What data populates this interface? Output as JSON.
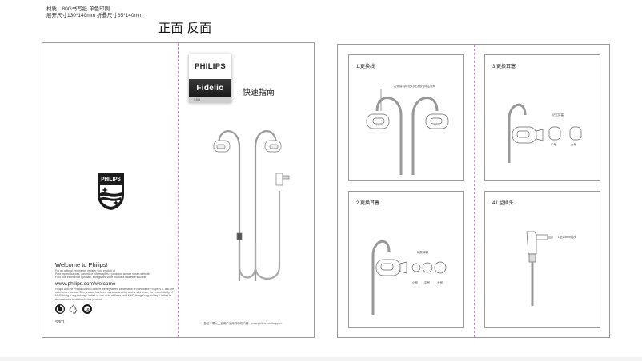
{
  "spec": {
    "line1": "材质：80G书写纸 单色印刷",
    "line2": "展开尺寸130*140mm 折叠尺寸65*140mm",
    "sides_title": "正面 反面"
  },
  "front": {
    "back_cover": {
      "logo_text": "PHILIPS",
      "welcome_title": "Welcome to Philips!",
      "welcome_lines": [
        "For an optimal experience register your product at",
        "Para especificações, garantia e informações e produtos acesse nosso website",
        "Pour une expérience optimale, enregistrez votre produit à l'adresse suivante"
      ],
      "url": "www.philips.com/welcome",
      "legal": "Philips and the Philips Shield Emblem are registered trademarks of Koninklijke Philips N.V. and are used under license. This product has been manufactured by and is sold under the responsibility of MMD Hong Kong Holding Limited or one of its affiliates, and MMD Hong Kong Holding Limited is the warrantor in relation to this product.",
      "eco_icons": [
        "green-dot-icon",
        "recycle-icon",
        "eco-10-icon"
      ],
      "model": "S301"
    },
    "cover": {
      "brand": "PHILIPS",
      "sub_brand": "Fidelio",
      "model": "S301",
      "title": "快速指南",
      "footer": "*各位下载以上适用产品用的精彩内容：www.philips.com/support"
    }
  },
  "back": {
    "panels": [
      {
        "label": "1.更换线",
        "callout": "左侧耳机标记(L)/右侧(R)标注说明"
      },
      {
        "label": "3.更换耳塞",
        "callout": "记忆耳塞",
        "sizes": [
          "中号",
          "大号"
        ]
      },
      {
        "label": "2.更换耳塞",
        "callout": "硅胶耳塞",
        "sizes": [
          "小号",
          "中号",
          "大号"
        ]
      },
      {
        "label": "4.L型插头",
        "callout": "L型3.5mm插头"
      }
    ]
  },
  "colors": {
    "fold_line": "#e07bd0",
    "frame": "#9a9a9a",
    "brand_dark": "#1a1a1a"
  }
}
